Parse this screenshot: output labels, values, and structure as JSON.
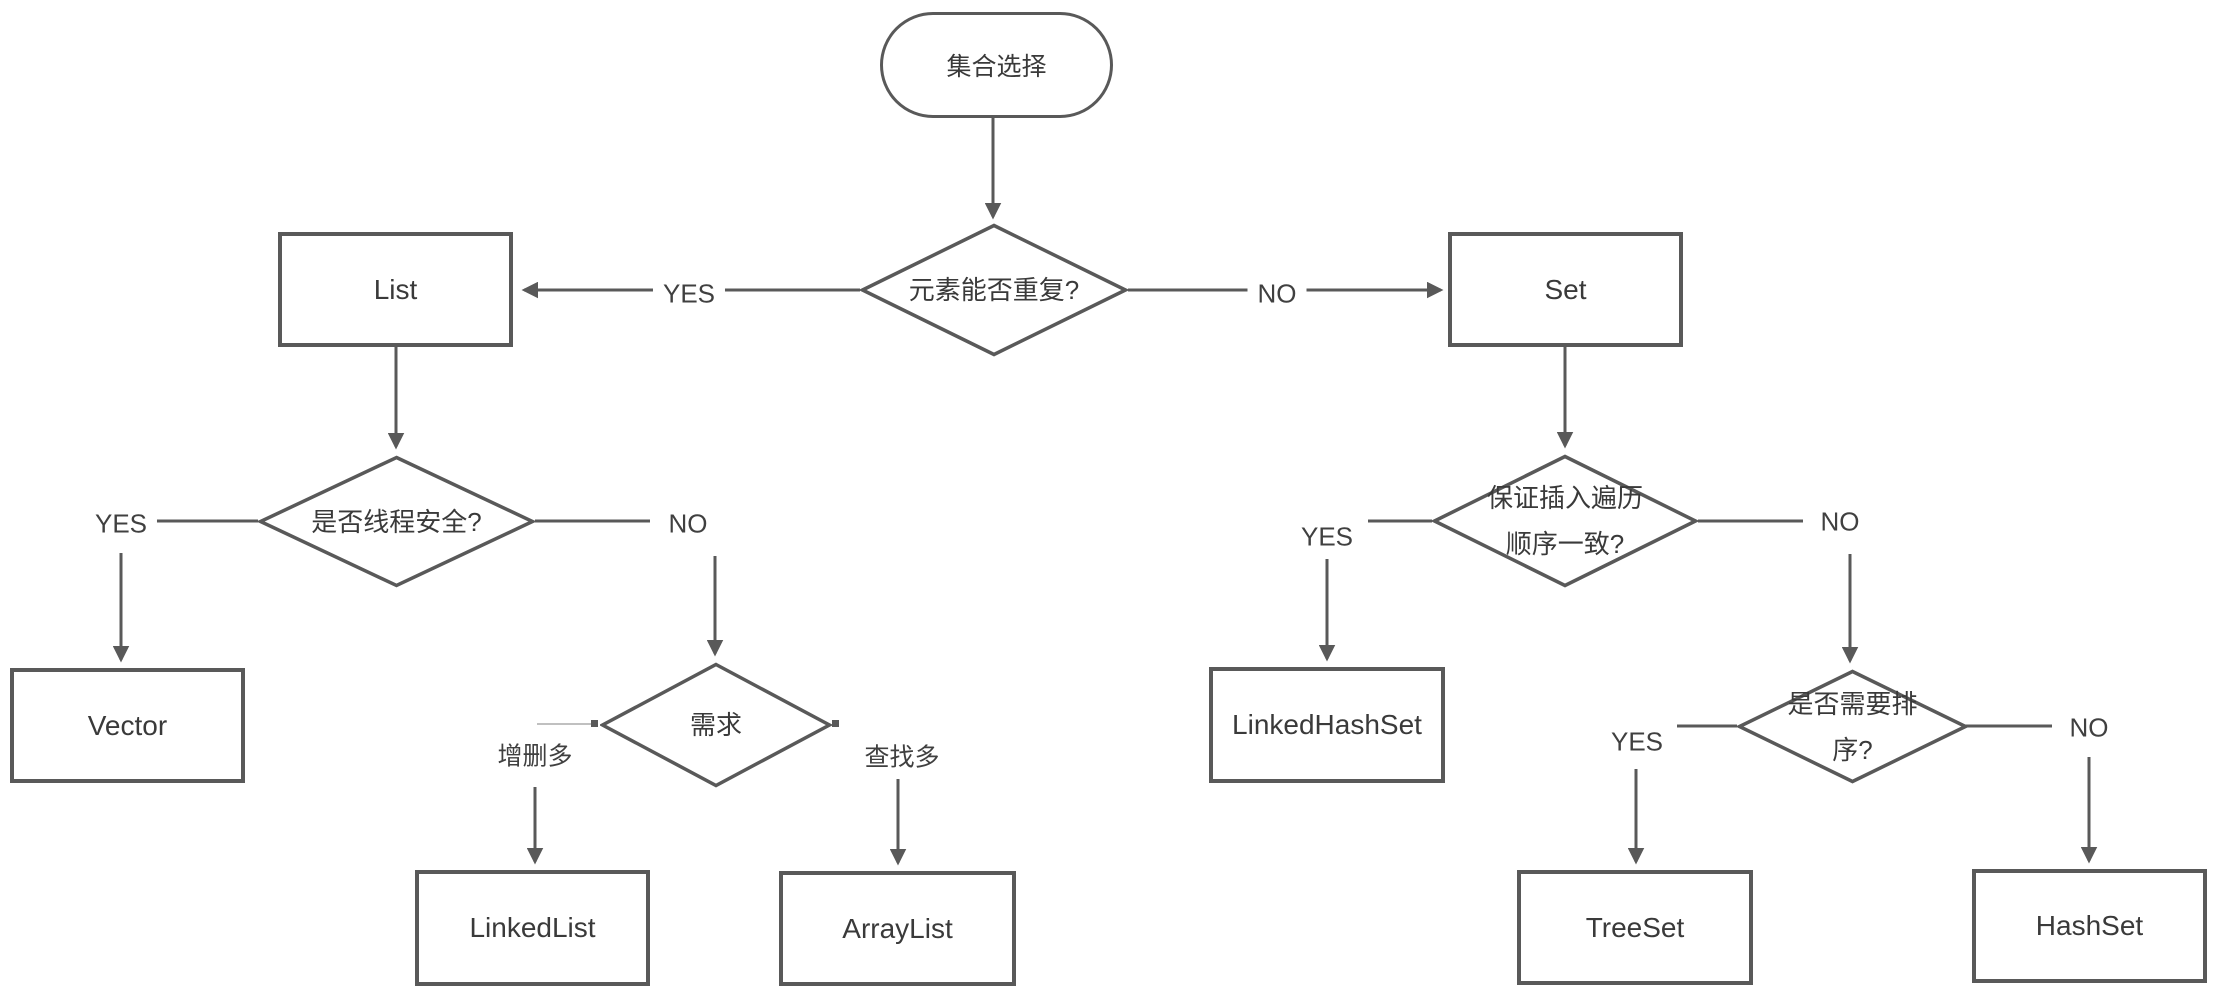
{
  "diagram": {
    "type": "flowchart",
    "background_color": "#ffffff",
    "stroke_color": "#595959",
    "text_color": "#3a3a3a",
    "nodes": {
      "start": {
        "shape": "stadium",
        "label": "集合选择"
      },
      "q_repeat": {
        "shape": "diamond",
        "label": "元素能否重复?"
      },
      "list": {
        "shape": "rect",
        "label": "List"
      },
      "set": {
        "shape": "rect",
        "label": "Set"
      },
      "q_thread": {
        "shape": "diamond",
        "label": "是否线程安全?"
      },
      "vector": {
        "shape": "rect",
        "label": "Vector"
      },
      "q_need": {
        "shape": "diamond",
        "label": "需求"
      },
      "linkedlist": {
        "shape": "rect",
        "label": "LinkedList"
      },
      "arraylist": {
        "shape": "rect",
        "label": "ArrayList"
      },
      "q_order": {
        "shape": "diamond",
        "line1": "保证插入遍历",
        "line2": "顺序一致?"
      },
      "linkedhashset": {
        "shape": "rect",
        "label": "LinkedHashSet"
      },
      "q_sort": {
        "shape": "diamond",
        "line1": "是否需要排",
        "line2": "序?"
      },
      "treeset": {
        "shape": "rect",
        "label": "TreeSet"
      },
      "hashset": {
        "shape": "rect",
        "label": "HashSet"
      }
    },
    "edge_labels": {
      "repeat_yes": "YES",
      "repeat_no": "NO",
      "thread_yes": "YES",
      "thread_no": "NO",
      "need_add": "增删多",
      "need_find": "查找多",
      "order_yes": "YES",
      "order_no": "NO",
      "sort_yes": "YES",
      "sort_no": "NO"
    }
  }
}
